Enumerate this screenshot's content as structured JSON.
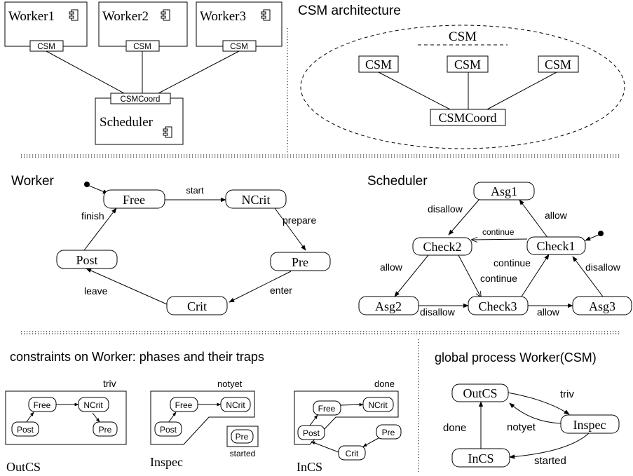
{
  "architecture": {
    "title": "CSM architecture",
    "workers": [
      "Worker1",
      "Worker2",
      "Worker3"
    ],
    "worker_port": "CSM",
    "scheduler": "Scheduler",
    "scheduler_port": "CSMCoord",
    "csm_group": "CSM",
    "csm_nodes": [
      "CSM",
      "CSM",
      "CSM"
    ],
    "csm_coord": "CSMCoord"
  },
  "worker": {
    "title": "Worker",
    "states": {
      "free": "Free",
      "ncrit": "NCrit",
      "pre": "Pre",
      "crit": "Crit",
      "post": "Post"
    },
    "transitions": {
      "start": "start",
      "prepare": "prepare",
      "enter": "enter",
      "leave": "leave",
      "finish": "finish"
    }
  },
  "scheduler": {
    "title": "Scheduler",
    "states": {
      "asg1": "Asg1",
      "check2": "Check2",
      "check1": "Check1",
      "asg2": "Asg2",
      "check3": "Check3",
      "asg3": "Asg3"
    },
    "transitions": {
      "disallow_top": "disallow",
      "allow_top": "allow",
      "continue_top": "continue",
      "allow_left": "allow",
      "continue_right": "continue",
      "continue_mid": "continue",
      "disallow_right": "disallow",
      "disallow_bottom": "disallow",
      "allow_bottom": "allow"
    }
  },
  "constraints": {
    "title": "constraints on Worker: phases and their traps",
    "outcs": {
      "trap": "triv",
      "label": "OutCS",
      "states": {
        "free": "Free",
        "ncrit": "NCrit",
        "post": "Post",
        "pre": "Pre"
      }
    },
    "inspec": {
      "trap": "notyet",
      "label": "Inspec",
      "states": {
        "free": "Free",
        "ncrit": "NCrit",
        "post": "Post"
      },
      "trap2_state": "Pre",
      "trap2": "started"
    },
    "incs": {
      "trap": "done",
      "label": "InCS",
      "states": {
        "free": "Free",
        "ncrit": "NCrit",
        "post": "Post",
        "pre": "Pre",
        "crit": "Crit"
      }
    }
  },
  "global": {
    "title": "global process Worker(CSM)",
    "states": {
      "outcs": "OutCS",
      "inspec": "Inspec",
      "incs": "InCS"
    },
    "transitions": {
      "triv": "triv",
      "notyet": "notyet",
      "done": "done",
      "started": "started"
    }
  }
}
